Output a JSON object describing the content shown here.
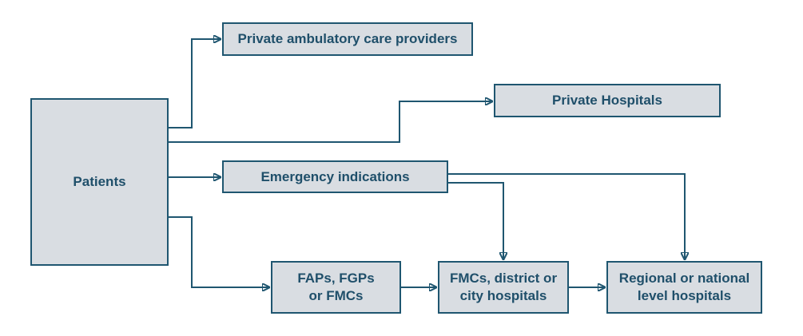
{
  "nodes": {
    "patients": "Patients",
    "private_ambulatory": "Private ambulatory care providers",
    "private_hospitals": "Private Hospitals",
    "emergency": "Emergency indications",
    "faps": "FAPs, FGPs\nor FMCs",
    "fmcs": "FMCs, district or\ncity hospitals",
    "regional": "Regional or national\nlevel hospitals"
  },
  "colors": {
    "box_fill": "#d9dde2",
    "line": "#1f5670",
    "text": "#1f4f6a"
  }
}
